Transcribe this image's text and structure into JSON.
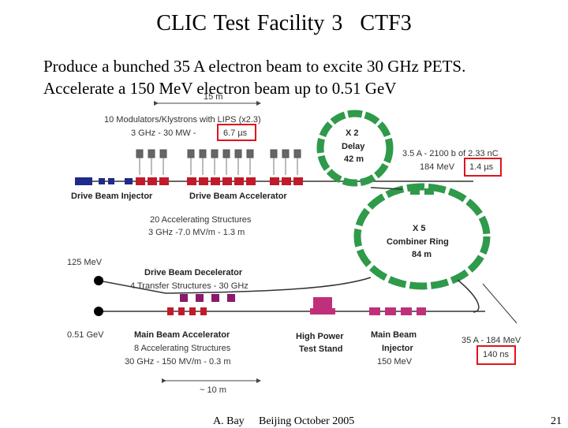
{
  "slide": {
    "title_part1": "CLIC Test Facility 3",
    "title_part2": "CTF3",
    "line1": "Produce a bunched 35 A electron beam to excite 30 GHz  PETS.",
    "line2": "Accelerate a 150 MeV electron beam up to 0.51 GeV"
  },
  "diagram": {
    "top_scale": "15 m",
    "modulators": "10 Modulators/Klystrons with LIPS (x2.3)",
    "klystron_power": "3 GHz - 30 MW - ",
    "pulse_top": "6.7 µs",
    "drive_injector": "Drive Beam Injector",
    "drive_accel": "Drive Beam Accelerator",
    "acc_structures": "20 Accelerating Structures",
    "acc_spec": "3 GHz -7.0 MV/m - 1.3 m",
    "delay_name": "X 2",
    "delay_label": "Delay",
    "delay_len": "42 m",
    "delay_beam": "3.5 A - 2100 b of 2.33 nC",
    "delay_energy": "184 MeV",
    "pulse_delay": "1.4 µs",
    "combiner_name": "X 5",
    "combiner_label": "Combiner Ring",
    "combiner_len": "84 m",
    "energy_125": "125 MeV",
    "decel_title": "Drive Beam Decelerator",
    "decel_spec": "4 Transfer Structures - 30 GHz",
    "energy_051": "0.51 GeV",
    "main_accel": "Main Beam Accelerator",
    "main_acc_structures": "8 Accelerating Structures",
    "main_acc_spec": "30 GHz - 150 MV/m - 0.3 m",
    "hpts_line1": "High Power",
    "hpts_line2": "Test Stand",
    "mbi_line1": "Main Beam",
    "mbi_line2": "Injector",
    "mbi_energy": "150 MeV",
    "beam_35a": "35 A - 184 MeV",
    "pulse_140": "140 ns",
    "bottom_scale": "~ 10 m"
  },
  "footer": {
    "author": "A. Bay",
    "event": "Beijing October 2005",
    "page": "21"
  },
  "colors": {
    "ring_green": "#2e9a4a",
    "drive_blue": "#1f2a8a",
    "klystron_red": "#c21a2a",
    "main_purple": "#8a1a6a",
    "teststand_magenta": "#c0307a",
    "highlight_red": "#e0141c"
  }
}
